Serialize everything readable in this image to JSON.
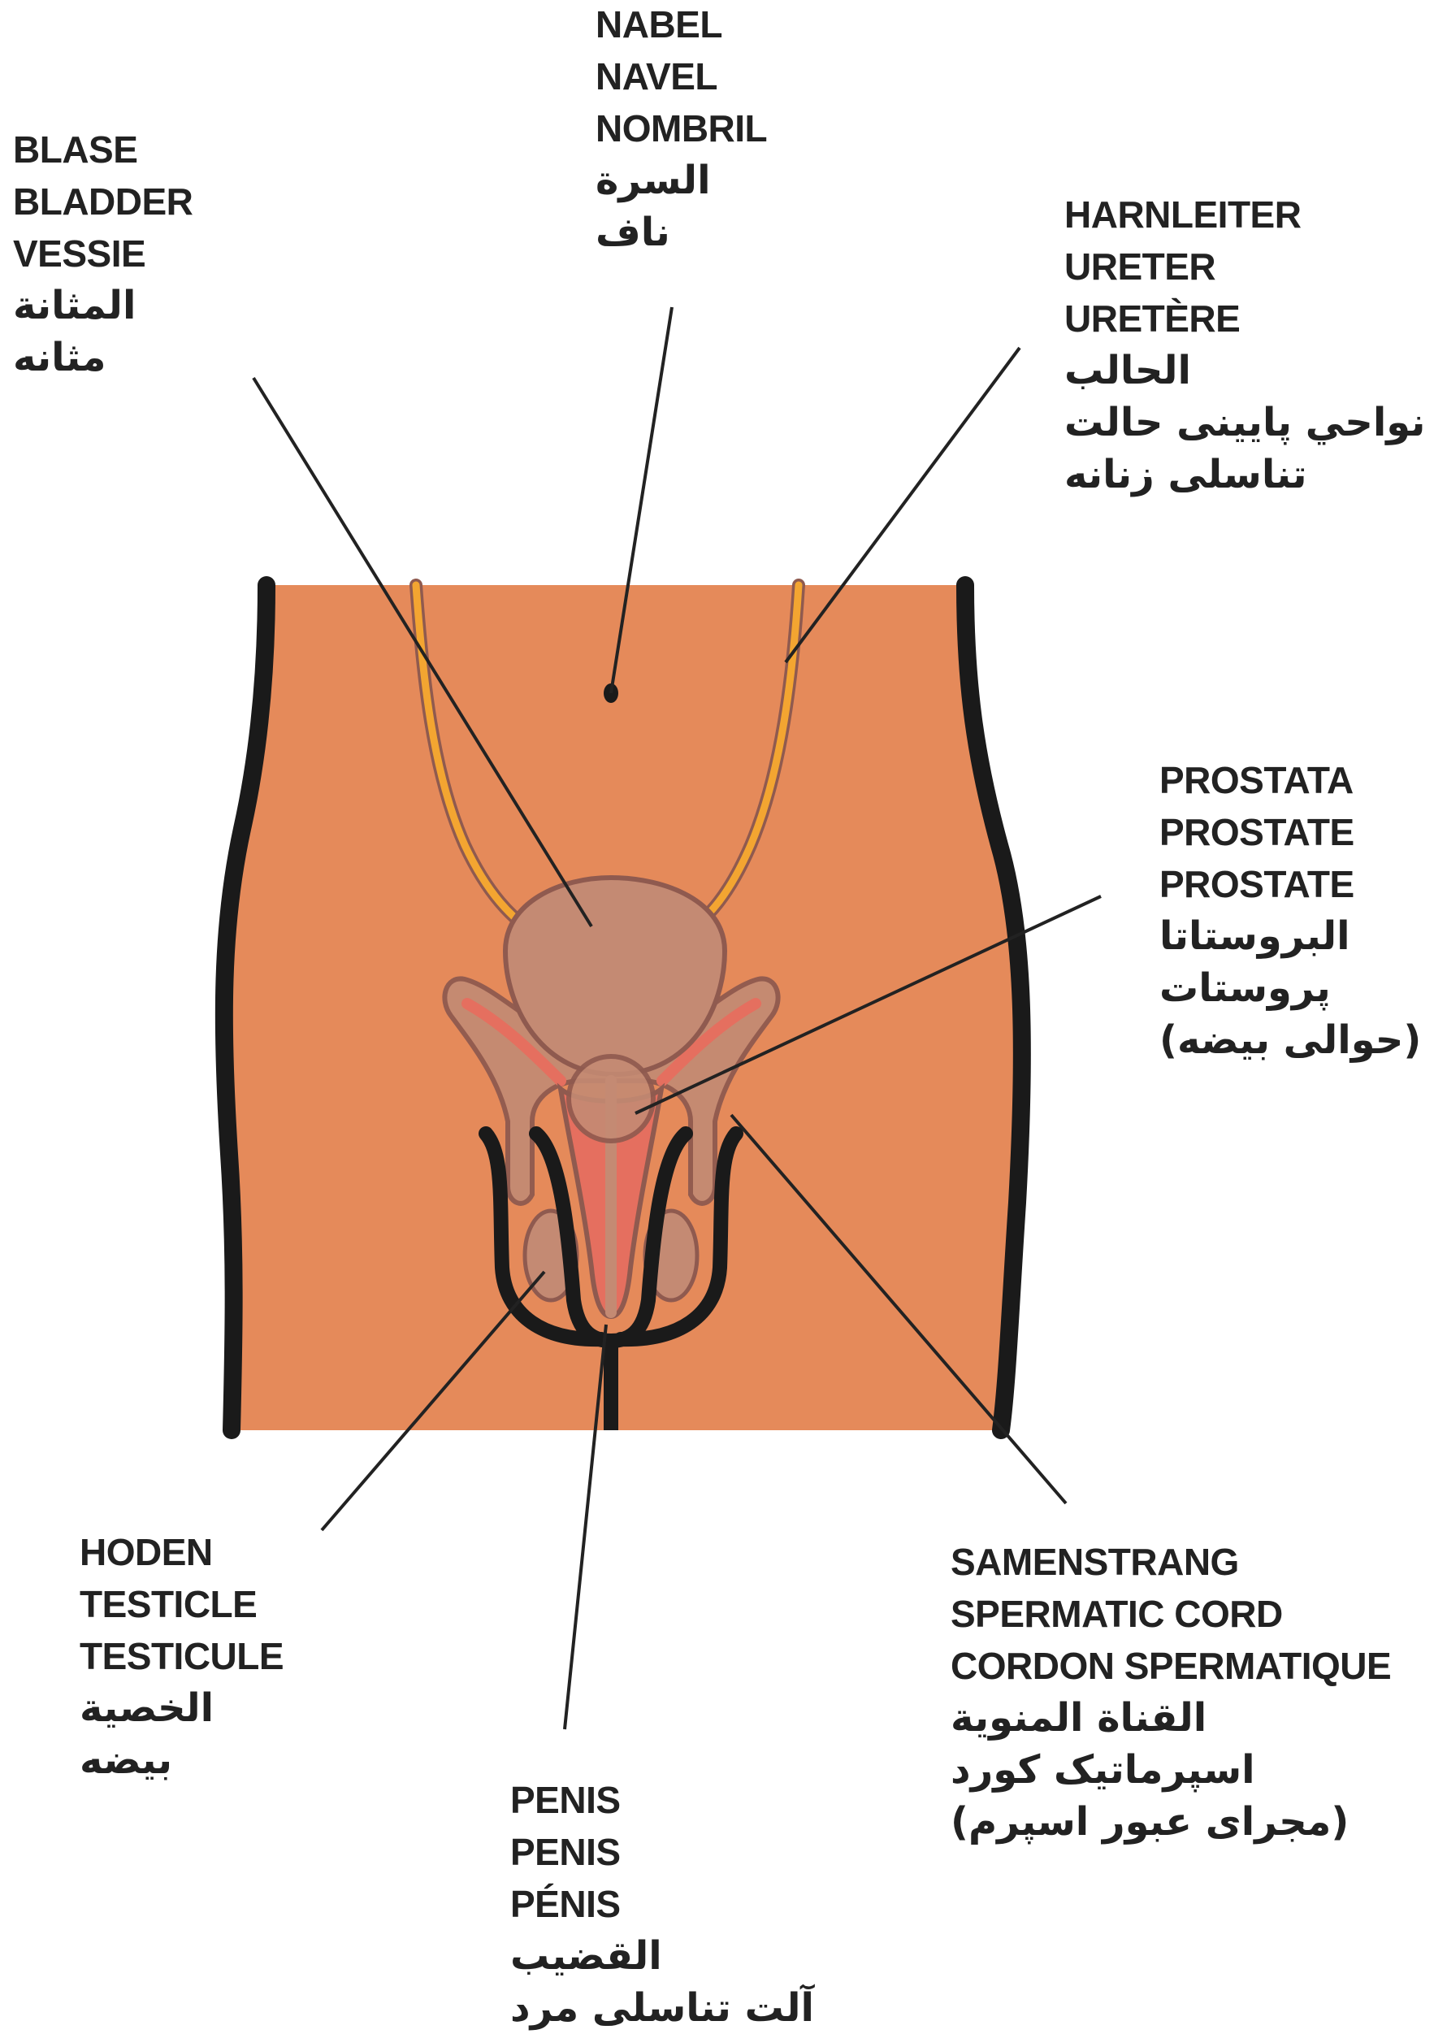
{
  "colors": {
    "body": "#e58a5a",
    "outline": "#1a1a1a",
    "organ": "#c48a73",
    "organ_stroke": "#8f5a4f",
    "ureter": "#f3a531",
    "erectile": "#e56f5f",
    "pointer": "#222222",
    "text": "#222222"
  },
  "labels": {
    "navel": {
      "de": "NABEL",
      "en": "NAVEL",
      "fr": "NOMBRIL",
      "ar": "السرة",
      "fa": "ناف"
    },
    "bladder": {
      "de": "BLASE",
      "en": "BLADDER",
      "fr": "VESSIE",
      "ar": "المثانة",
      "fa": "مثانه"
    },
    "ureter": {
      "de": "HARNLEITER",
      "en": "URETER",
      "fr": "URETÈRE",
      "ar": "الحالب",
      "fa1": "نواحي پايينی حالت",
      "fa2": "تناسلی زنانه"
    },
    "prostate": {
      "de": "PROSTATA",
      "en": "PROSTATE",
      "fr": "PROSTATE",
      "ar": "البروستاتا",
      "fa1": "پروستات",
      "fa2": "(حوالی بيضه)"
    },
    "testicle": {
      "de": "HODEN",
      "en": "TESTICLE",
      "fr": "TESTICULE",
      "ar": "الخصية",
      "fa": "بيضه"
    },
    "spermatic_cord": {
      "de": "SAMENSTRANG",
      "en": "SPERMATIC CORD",
      "fr": "CORDON SPERMATIQUE",
      "ar": "القناة المنوية",
      "fa1": "اسپرماتيک كورد",
      "fa2": "(مجرای عبور اسپرم)"
    },
    "penis": {
      "de": "PENIS",
      "en": "PENIS",
      "fr": "PÉNIS",
      "ar": "القضيب",
      "fa": "آلت تناسلی مرد"
    }
  }
}
